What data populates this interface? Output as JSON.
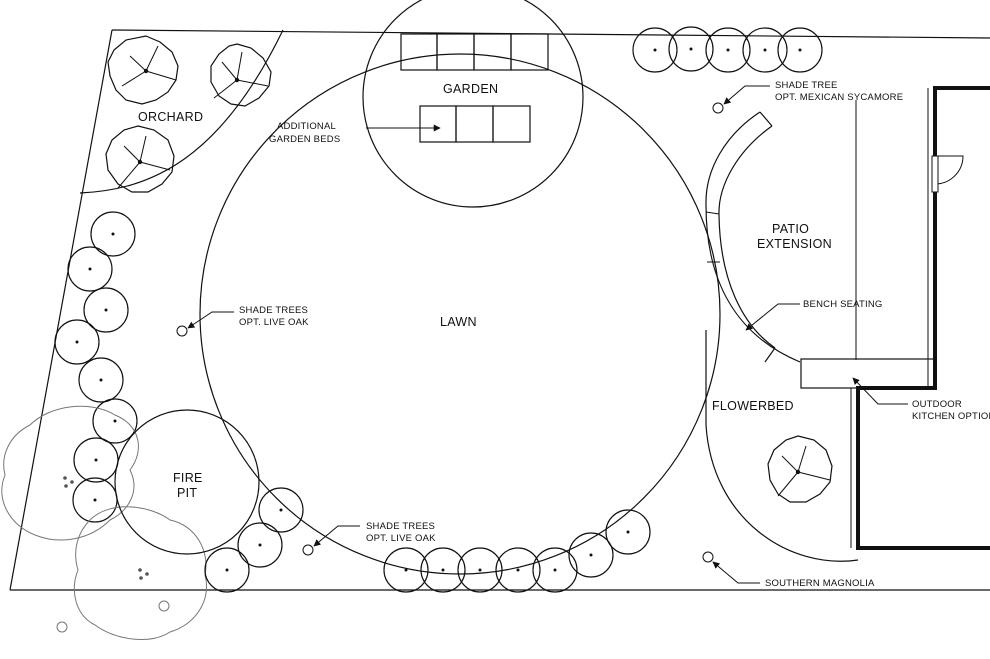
{
  "labels": {
    "orchard": "ORCHARD",
    "garden": "GARDEN",
    "additional_beds_line1": "ADDITIONAL",
    "additional_beds_line2": "GARDEN BEDS",
    "shade_tree_line1": "SHADE TREE",
    "shade_tree_line2": "OPT. MEXICAN SYCAMORE",
    "patio_line1": "PATIO",
    "patio_line2": "EXTENSION",
    "shade_trees_left_line1": "SHADE TREES",
    "shade_trees_left_line2": "OPT. LIVE OAK",
    "lawn": "LAWN",
    "bench_seating": "BENCH SEATING",
    "flowerbed": "FLOWERBED",
    "outdoor_kitchen_line1": "OUTDOOR",
    "outdoor_kitchen_line2": "KITCHEN OPTION",
    "fire_pit_line1": "FIRE",
    "fire_pit_line2": "PIT",
    "shade_trees_bottom_line1": "SHADE TREES",
    "shade_trees_bottom_line2": "OPT. LIVE OAK",
    "southern_magnolia": "SOUTHERN MAGNOLIA"
  }
}
